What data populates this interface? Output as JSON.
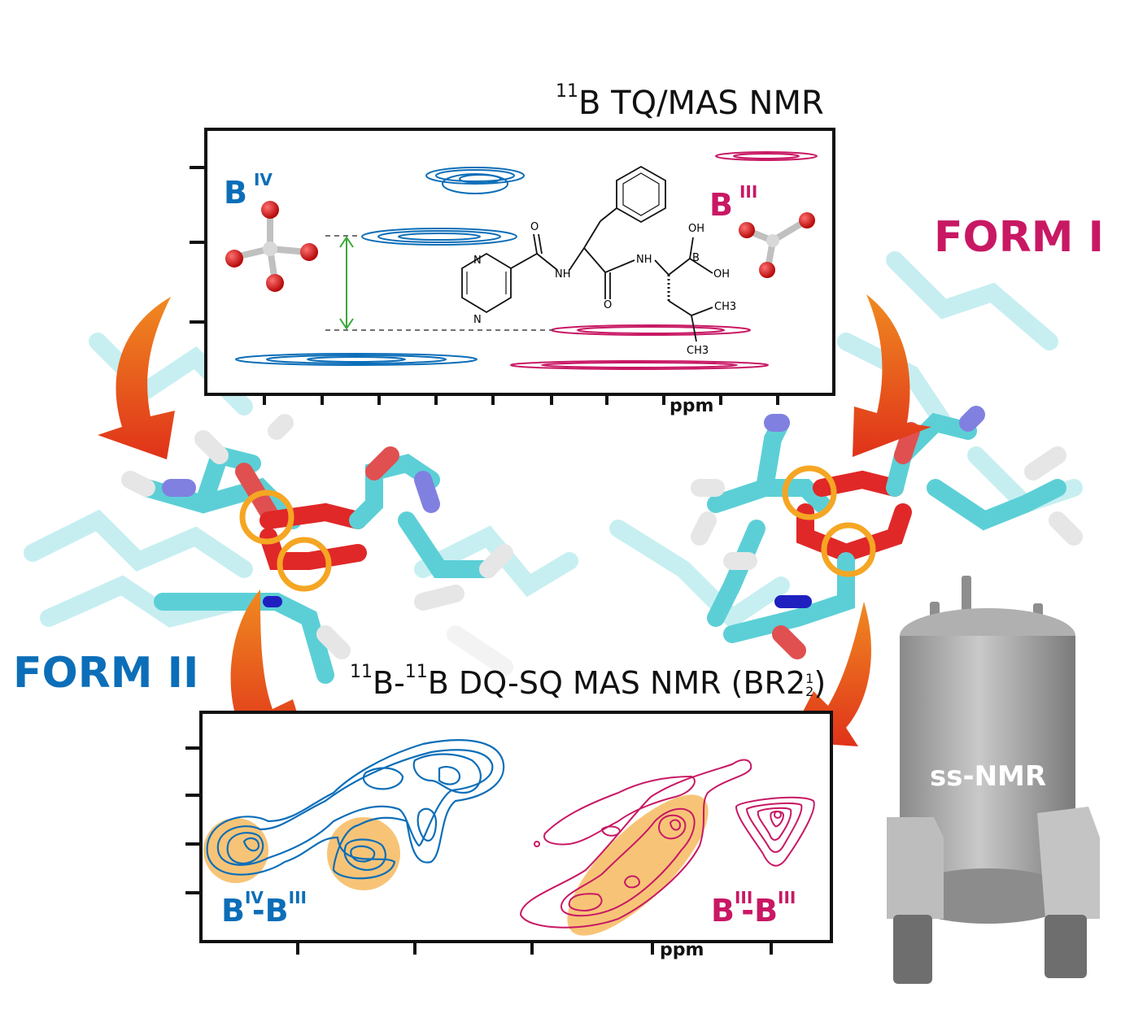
{
  "titles": {
    "tq_mas_sup": "11",
    "tq_mas": "B TQ/MAS NMR",
    "dq_sq_sup1": "11",
    "dq_sq_b1": "B-",
    "dq_sq_sup2": "11",
    "dq_sq_rest": "B DQ-SQ MAS NMR (BR2",
    "dq_sq_frac_num": "1",
    "dq_sq_frac_den": "2",
    "dq_sq_close": ")"
  },
  "forms": {
    "form_1": "FORM I",
    "form_2": "FORM II"
  },
  "labels": {
    "b": "B",
    "b_iv_sup": "IV",
    "b_iii_sup": "III",
    "dash": "-",
    "ppm_top": "ppm",
    "ppm_bottom": "ppm",
    "instrument": "ss-NMR"
  },
  "molecule": {
    "oh_top": "OH",
    "oh_right": "OH",
    "b_atom": "B",
    "nh_left": "NH",
    "nh_right": "NH",
    "n_top": "N",
    "n_bottom": "N",
    "o_top": "O",
    "o_bottom": "O",
    "ch3_right": "CH3",
    "ch3_bottom": "CH3"
  },
  "colors": {
    "blue": "#0c6eb8",
    "pink": "#c81864",
    "orange_highlight": "#f5b04a",
    "arrow": "#e8421a",
    "green": "#3aa83a"
  }
}
